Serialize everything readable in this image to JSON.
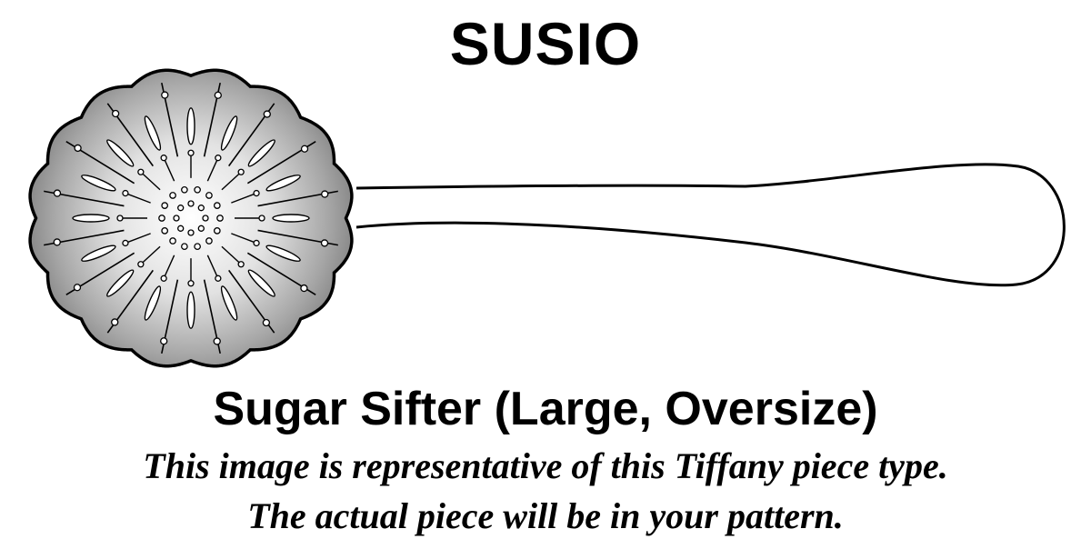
{
  "pattern_name": "SUSIO",
  "piece_name": "Sugar Sifter (Large, Oversize)",
  "disclaimer": {
    "line1": "This image is representative of this Tiffany piece type.",
    "line2": "The actual piece will be in your pattern."
  },
  "illustration": {
    "icon": "sugar-sifter-icon",
    "colors": {
      "outline": "#000000",
      "metal_light": "#ffffff",
      "metal_dark": "#8a8a8a"
    }
  }
}
